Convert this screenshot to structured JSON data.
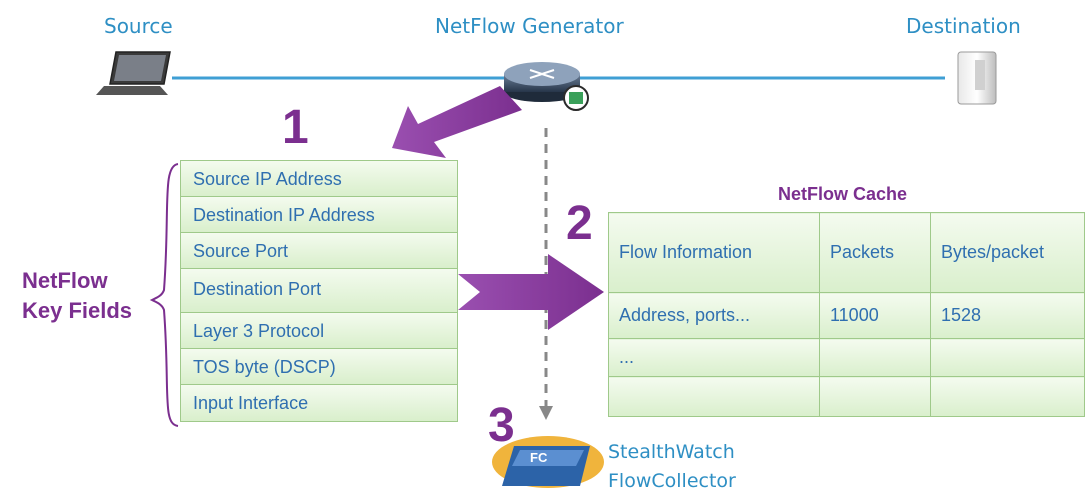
{
  "top_labels": {
    "source": "Source",
    "generator": "NetFlow Generator",
    "destination": "Destination"
  },
  "steps": {
    "one": "1",
    "two": "2",
    "three": "3"
  },
  "key_fields": {
    "label_line1": "NetFlow",
    "label_line2": "Key Fields",
    "rows": [
      "Source IP Address",
      "Destination IP Address",
      "Source Port",
      "Destination Port",
      "Layer 3 Protocol",
      "TOS byte (DSCP)",
      "Input Interface"
    ]
  },
  "cache": {
    "title": "NetFlow Cache",
    "headers": [
      "Flow Information",
      "Packets",
      "Bytes/packet"
    ],
    "rows": [
      [
        "Address, ports...",
        "11000",
        "1528"
      ],
      [
        "...",
        "",
        ""
      ],
      [
        "",
        "",
        ""
      ]
    ]
  },
  "collector": {
    "badge": "FC",
    "line1": "StealthWatch",
    "line2": "FlowCollector"
  },
  "colors": {
    "accent_purple": "#7b2f8f",
    "label_blue": "#2e8fc4",
    "table_green": "#d9efcc"
  }
}
